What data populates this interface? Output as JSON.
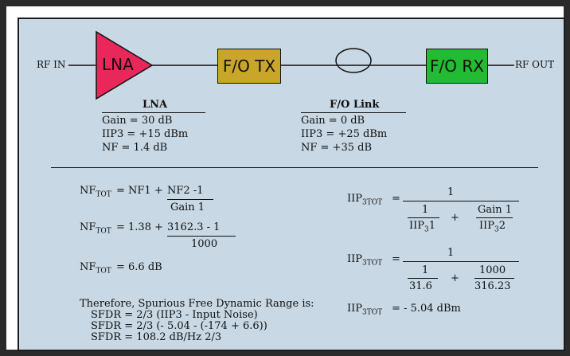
{
  "diagram": {
    "rf_in": "RF IN",
    "rf_out": "RF OUT",
    "lna_block": "LNA",
    "fo_tx_block": "F/O TX",
    "fo_rx_block": "F/O RX",
    "colors": {
      "panel_bg": "#c8d8e4",
      "lna_fill": "#e8285a",
      "fo_tx_fill": "#c9a62a",
      "fo_rx_fill": "#22bb33"
    }
  },
  "lna_specs": {
    "title": "LNA",
    "gain": "Gain = 30 dB",
    "iip3": "IIP3 = +15 dBm",
    "nf": "NF = 1.4 dB"
  },
  "fo_link_specs": {
    "title": "F/O Link",
    "gain": "Gain = 0 dB",
    "iip3": "IIP3 = +25 dBm",
    "nf": "NF = +35 dB"
  },
  "nf_calc": {
    "nf_sym": "NF",
    "tot_sub": "TOT",
    "eq1_rhs": "= NF1 +",
    "eq1_num": "NF2 -1",
    "eq1_den": "Gain 1",
    "eq2_rhs": "= 1.38 +",
    "eq2_num": "3162.3 - 1",
    "eq2_den": "1000",
    "eq3_rhs": "= 6.6  dB"
  },
  "iip3_calc": {
    "sym": "IIP",
    "sub3": "3",
    "tot_sub": "TOT",
    "eq": "=",
    "one": "1",
    "plus": "+",
    "f1_num": "1",
    "f1_den": "IIP",
    "f1_den_sub": "3",
    "f1_den_suffix": "1",
    "f2_num": "Gain 1",
    "f2_den": "IIP",
    "f2_den_sub": "3",
    "f2_den_suffix": "2",
    "g1_num": "1",
    "g1_den": "31.6",
    "g2_num": "1000",
    "g2_den": "316.23",
    "result": "= - 5.04 dBm"
  },
  "sfdr": {
    "line1": "Therefore, Spurious Free Dynamic Range is:",
    "line2": "SFDR = 2/3 (IIP3 - Input Noise)",
    "line3": "SFDR = 2/3 (- 5.04 - (-174 + 6.6))",
    "line4": "SFDR = 108.2 dB/Hz 2/3"
  }
}
